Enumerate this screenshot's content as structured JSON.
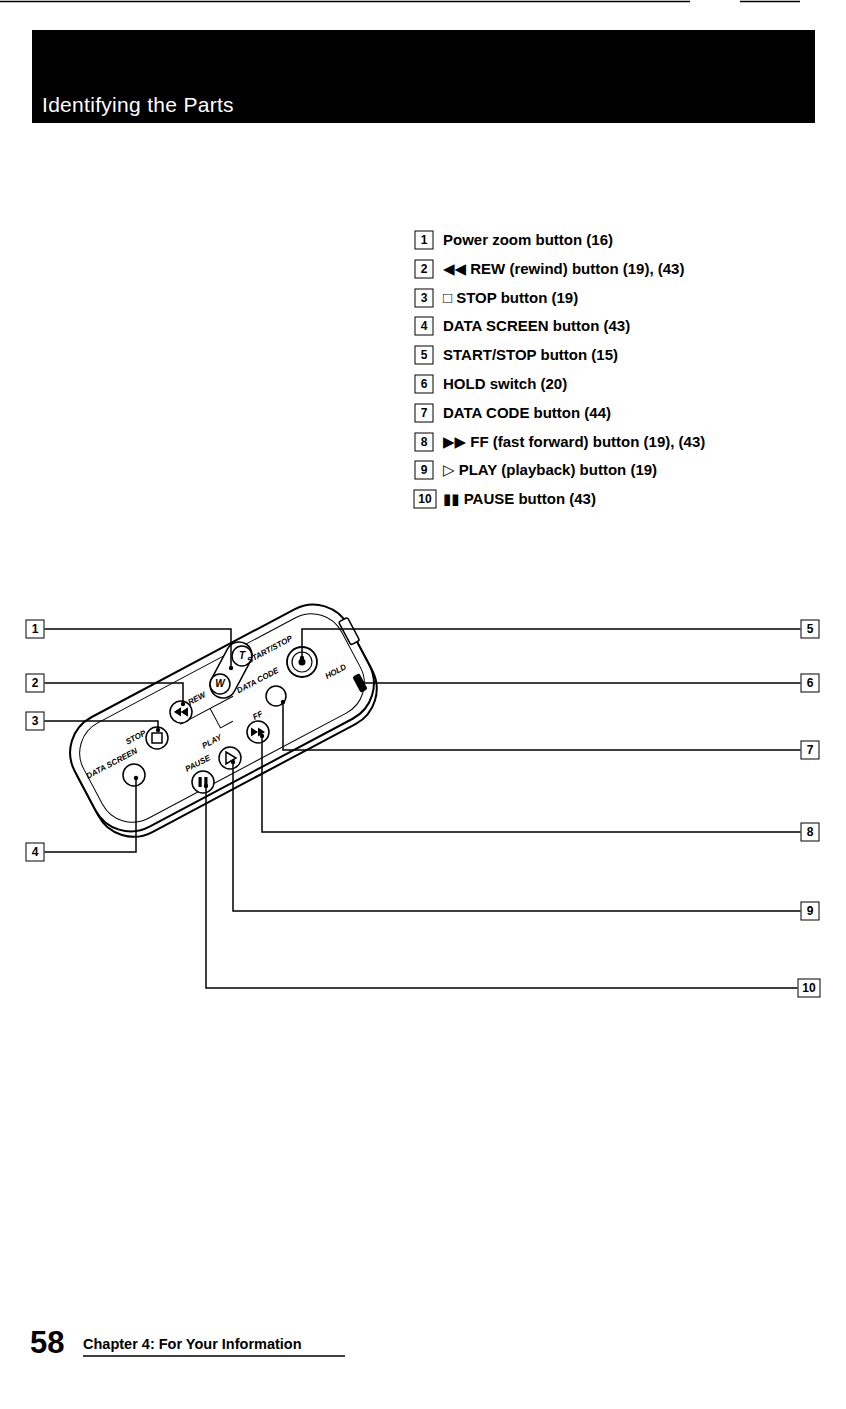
{
  "diagram": {
    "title": "Identifying the Parts",
    "labels": [
      "1",
      "2",
      "3",
      "4",
      "5",
      "6",
      "7",
      "8",
      "9",
      "10",
      "1",
      "2",
      "3",
      "4",
      "5",
      "6",
      "7",
      "8",
      "9",
      "10",
      "Power zoom button (16)",
      "◀◀ REW (rewind) button (19), (43)",
      "□ STOP button (19)",
      "DATA SCREEN button (43)",
      "START/STOP button (15)",
      "HOLD switch (20)",
      "DATA CODE button (44)",
      "▶▶ FF (fast forward) button (19), (43)",
      "▷ PLAY (playback) button (19)",
      "▮▮ PAUSE button (43)",
      "T",
      "W",
      "START/STOP",
      "HOLD",
      "DATA CODE",
      "REW",
      "FF",
      "STOP",
      "PLAY",
      "DATA SCREEN",
      "PAUSE",
      "58",
      "Chapter 4: For Your Information"
    ]
  }
}
